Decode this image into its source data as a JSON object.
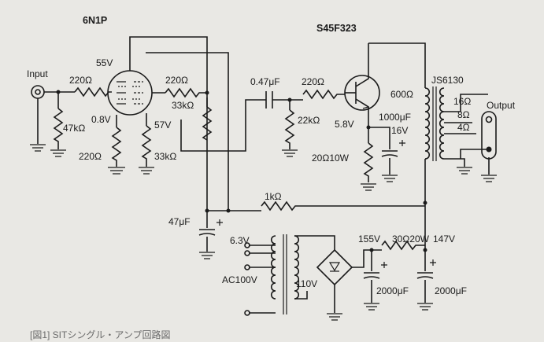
{
  "labels": {
    "input": "Input",
    "output": "Output",
    "tube": "6N1P",
    "fet": "S45F323",
    "transformer": "JS6130",
    "r_in_series": "220Ω",
    "r_in_shunt": "47kΩ",
    "r_cathode": "220Ω",
    "r_plate": "220Ω",
    "r_load_a": "33kΩ",
    "r_load_b": "33kΩ",
    "v_plate": "55V",
    "v_cathode": "0.8V",
    "v_b": "57V",
    "c_coupling": "0.47μF",
    "r_gate_series": "220Ω",
    "r_gate_shunt": "22kΩ",
    "v_source": "5.8V",
    "r_source": "20Ω10W",
    "c_source": "1000μF",
    "c_source_v": "16V",
    "tap_600": "600Ω",
    "tap_16": "16Ω",
    "tap_8": "8Ω",
    "tap_4": "4Ω",
    "r_decouple": "1kΩ",
    "c_decouple": "47μF",
    "heater": "6.3V",
    "mains": "AC100V",
    "secondary": "110V",
    "v_rect": "155V",
    "r_filter": "30Ω20W",
    "v_out": "147V",
    "c_filter_a": "2000μF",
    "c_filter_b": "2000μF",
    "caption": "[図1] SITシングル・アンプ回路図"
  },
  "colors": {
    "background": "#e9e8e4",
    "ink": "#1b1b1b"
  }
}
